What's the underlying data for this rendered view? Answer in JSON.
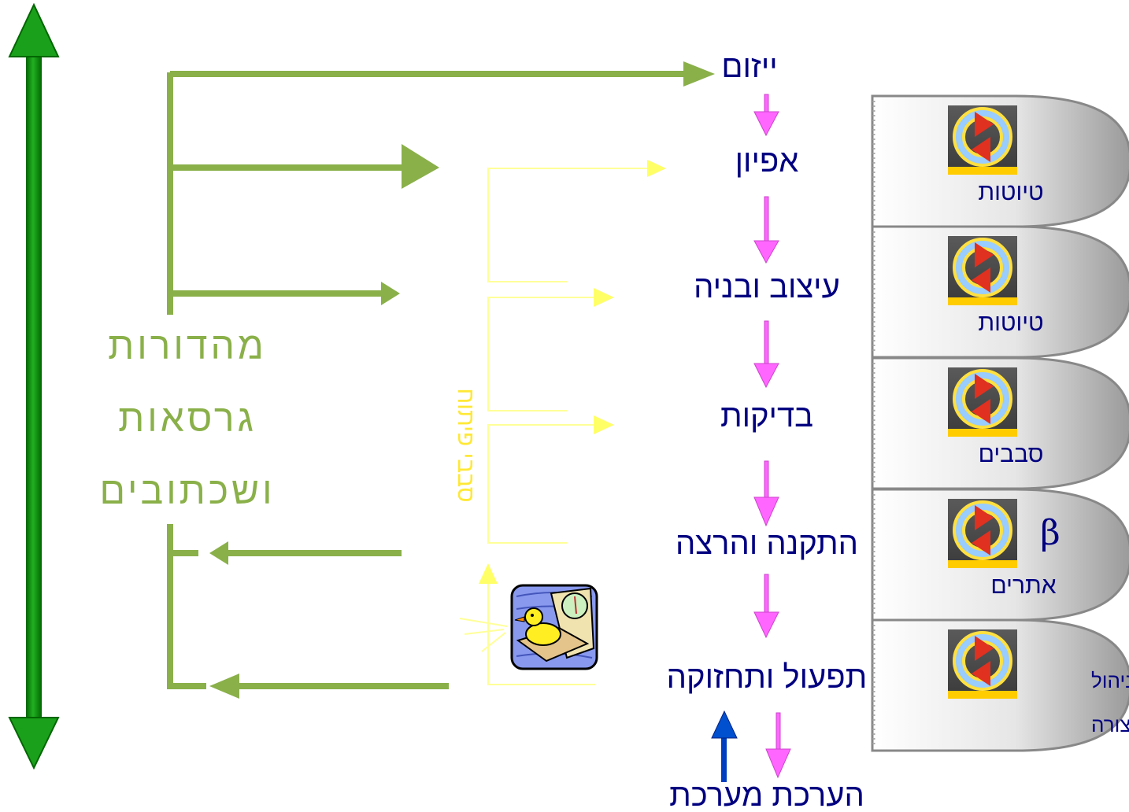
{
  "stages": [
    "ייזום",
    "אפיון",
    "עיצוב ובניה",
    "בדיקות",
    "התקנה והרצה",
    "תפעול ותחזוקה",
    "הערכת מערכת"
  ],
  "tabs": [
    {
      "label": "טיוטות",
      "extra": ""
    },
    {
      "label": "טיוטות",
      "extra": ""
    },
    {
      "label": "סבבים",
      "extra": ""
    },
    {
      "label": "אתרים",
      "extra": "β"
    },
    {
      "label": "ניהול",
      "extra": "",
      "label2": "שינויים ותצורה"
    }
  ],
  "green_labels": [
    "מהדורות",
    "גרסאות",
    "ושכתובים"
  ],
  "yellow_label": "סבבי פיתוח",
  "colors": {
    "stage_text": "#000080",
    "pink_arrow": "#ff66ff",
    "green_bracket": "#8ab04a",
    "dark_green_axis": "#00a000",
    "yellow_lines": "#ffff99",
    "blue_arrow": "#0040c0",
    "tab_gray": "#c8c8c8"
  },
  "icons": [
    "refresh-cycle-icon",
    "duck-clipart-icon"
  ]
}
